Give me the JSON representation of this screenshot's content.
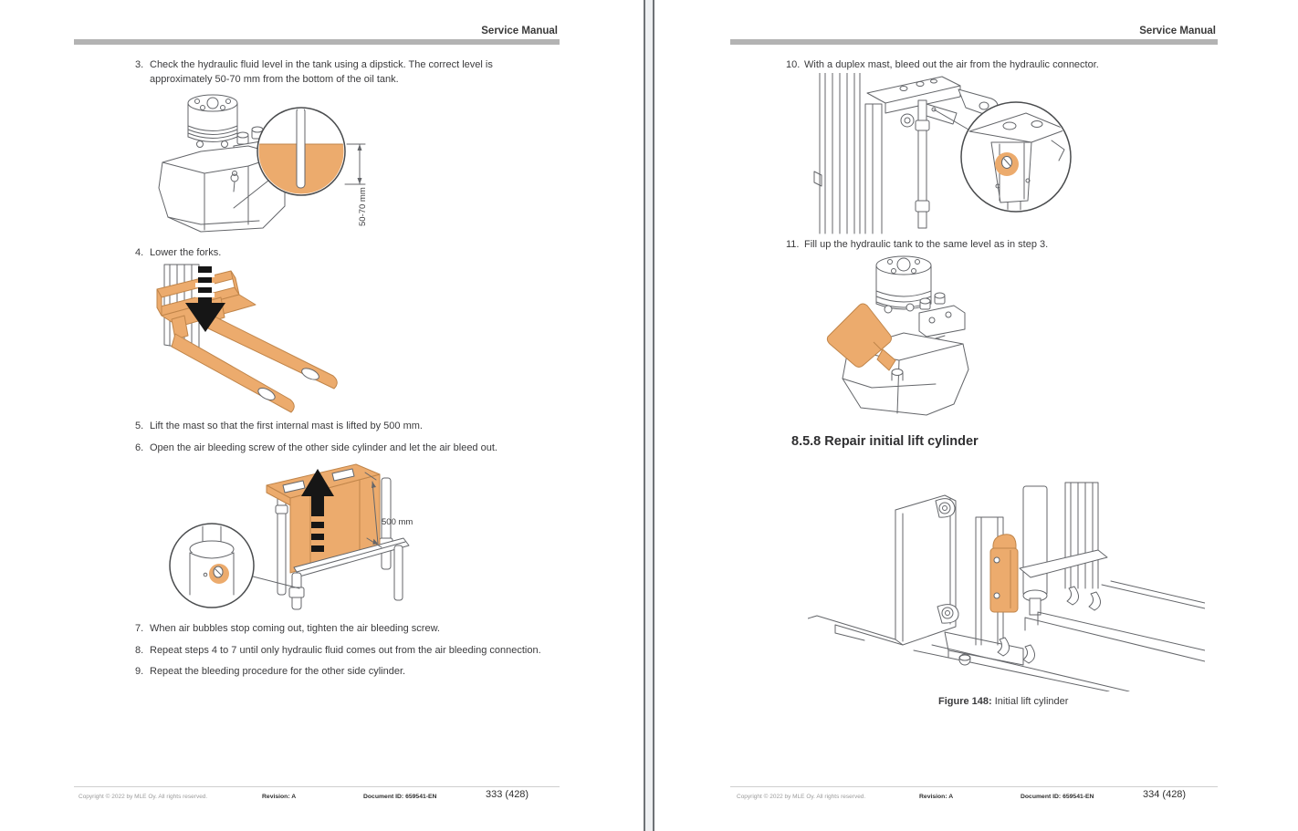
{
  "doc": {
    "left": {
      "header": "Service Manual",
      "steps": [
        {
          "num": "3.",
          "text": "Check the hydraulic fluid level in the tank using a dipstick. The correct level is approximately 50-70 mm from the bottom of the oil tank."
        },
        {
          "num": "4.",
          "text": "Lower the forks."
        },
        {
          "num": "5.",
          "text": "Lift the mast so that the first internal mast is lifted by 500 mm."
        },
        {
          "num": "6.",
          "text": "Open the air bleeding screw of the other side cylinder and let the air bleed out."
        },
        {
          "num": "7.",
          "text": "When air bubbles stop coming out, tighten the air bleeding screw."
        },
        {
          "num": "8.",
          "text": "Repeat steps 4 to 7 until only hydraulic fluid comes out from the air bleeding connection."
        },
        {
          "num": "9.",
          "text": "Repeat the bleeding procedure for the other side cylinder."
        }
      ],
      "fig_level_label": "50-70 mm",
      "fig_lift_label": "500 mm",
      "footer": {
        "copyright": "Copyright © 2022 by MLE Oy. All rights reserved.",
        "revision": "Revision: A",
        "doc_id": "Document ID: 659541-EN",
        "page": "333 (428)"
      }
    },
    "right": {
      "header": "Service Manual",
      "steps": [
        {
          "num": "10.",
          "text": "With a duplex mast, bleed out the air from the hydraulic connector."
        },
        {
          "num": "11.",
          "text": "Fill up the hydraulic tank to the same level as in step 3."
        }
      ],
      "section_heading": "8.5.8 Repair initial lift cylinder",
      "figure_caption": {
        "bold": "Figure 148:",
        "rest": " Initial lift cylinder"
      },
      "footer": {
        "copyright": "Copyright © 2022 by MLE Oy. All rights reserved.",
        "revision": "Revision: A",
        "doc_id": "Document ID: 659541-EN",
        "page": "334 (428)"
      }
    },
    "colors": {
      "accent_orange": "#ECAB6D",
      "header_bar": "#B3B3B3",
      "line_art": "#64666A"
    }
  }
}
